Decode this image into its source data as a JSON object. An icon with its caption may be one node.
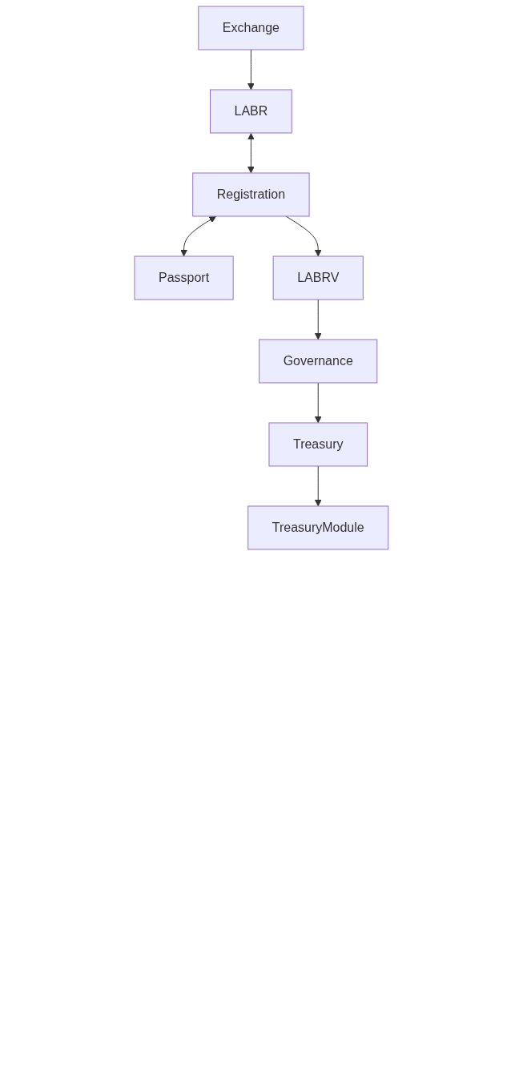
{
  "diagram": {
    "nodes": [
      {
        "text": [
          "Exchange"
        ]
      },
      {
        "text": [
          "LABR"
        ]
      },
      {
        "text": [
          "Registration"
        ]
      },
      {
        "text": [
          "Passport"
        ]
      },
      {
        "text": [
          "LABRV"
        ]
      },
      {
        "text": [
          "Governance"
        ]
      },
      {
        "text": [
          "Treasury"
        ]
      },
      {
        "text": [
          "TreasuryModule"
        ]
      }
    ],
    "edges": [
      {
        "from": 0,
        "to": 1,
        "arrow": "to"
      },
      {
        "from": 1,
        "to": 2,
        "arrow": "both"
      },
      {
        "from": 2,
        "to": 3,
        "arrow": "both"
      },
      {
        "from": 2,
        "to": 4,
        "arrow": "to"
      },
      {
        "from": 4,
        "to": 5,
        "arrow": "to"
      },
      {
        "from": 5,
        "to": 6,
        "arrow": "to"
      },
      {
        "from": 6,
        "to": 7,
        "arrow": "to"
      }
    ]
  }
}
